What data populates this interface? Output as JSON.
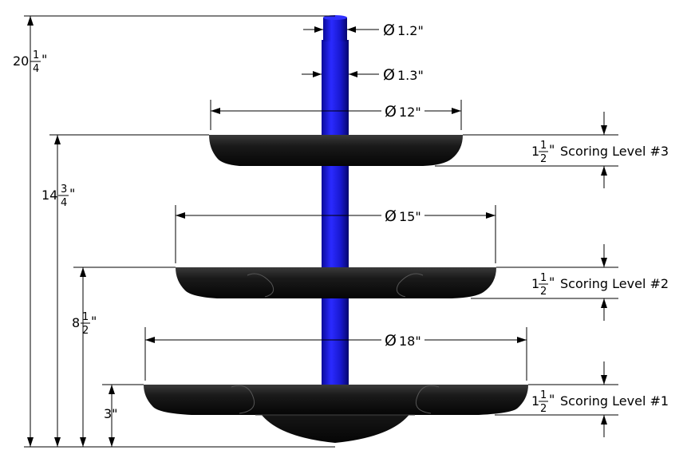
{
  "dimensions": {
    "overall_height": {
      "whole": "20",
      "num": "1",
      "den": "4",
      "unit": "\""
    },
    "level3_height": {
      "whole": "14",
      "num": "3",
      "den": "4",
      "unit": "\""
    },
    "level2_height": {
      "whole": "8",
      "num": "1",
      "den": "2",
      "unit": "\""
    },
    "level1_height": "3\"",
    "tip_diameter": "1.2\"",
    "pole_diameter": "1.3\"",
    "diameter_symbol": "Ø",
    "top_dish_diameter": "12\"",
    "middle_dish_diameter": "15\"",
    "bottom_dish_diameter": "18\""
  },
  "scoring_levels": [
    {
      "whole": "1",
      "num": "1",
      "den": "2",
      "unit": "\"",
      "label": "Scoring Level #3"
    },
    {
      "whole": "1",
      "num": "1",
      "den": "2",
      "unit": "\"",
      "label": "Scoring Level #2"
    },
    {
      "whole": "1",
      "num": "1",
      "den": "2",
      "unit": "\"",
      "label": "Scoring Level #1"
    }
  ],
  "colors": {
    "pole": "#1a1ad8",
    "dish": "#111111",
    "line": "#000000",
    "background": "#ffffff"
  }
}
